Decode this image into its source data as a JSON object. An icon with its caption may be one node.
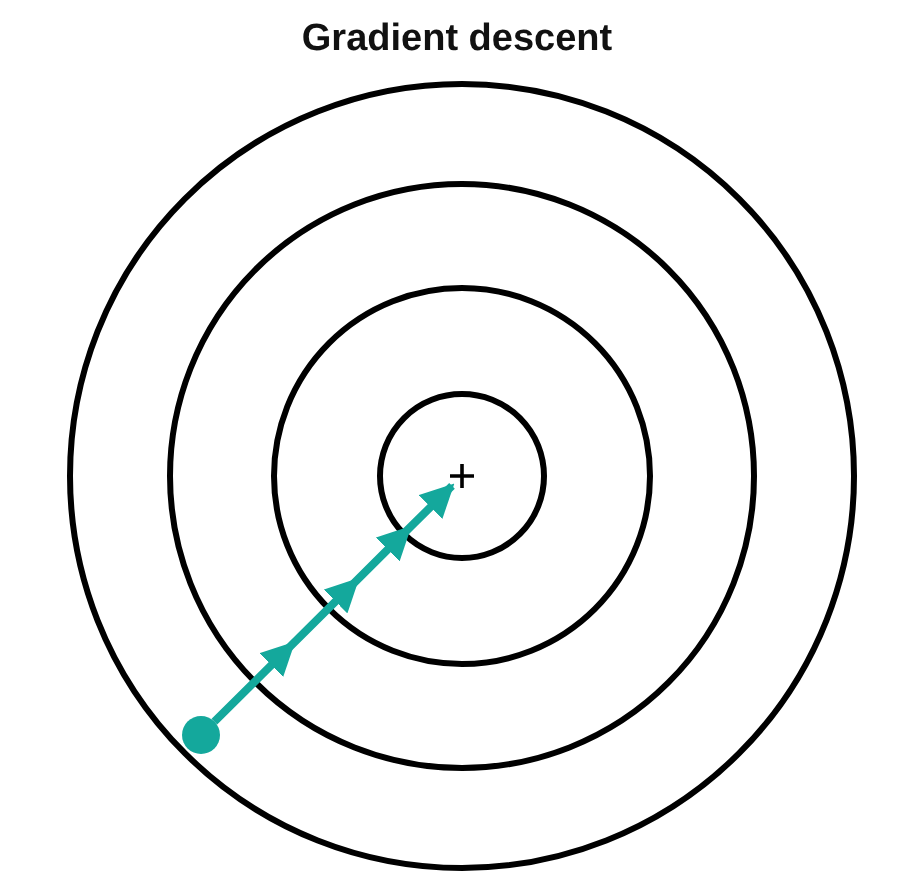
{
  "diagram": {
    "title": "Gradient descent",
    "nodes": [
      {
        "text": [],
        "shape": "circle"
      },
      {
        "text": [],
        "shape": "cross"
      }
    ],
    "edges": [
      {
        "from": 0,
        "to": 1,
        "arrow": "to",
        "color": "#14a89c"
      }
    ]
  }
}
